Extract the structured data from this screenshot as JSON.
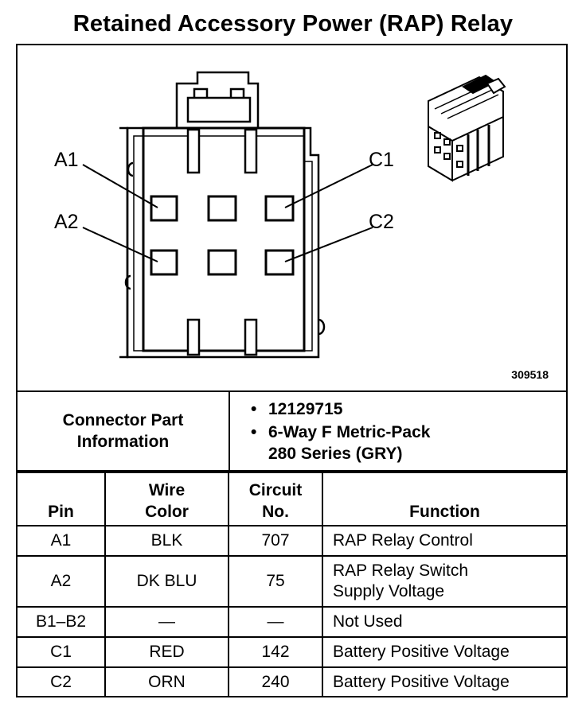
{
  "title": "Retained Accessory Power (RAP) Relay",
  "diagram": {
    "pin_labels": {
      "a1": "A1",
      "a2": "A2",
      "c1": "C1",
      "c2": "C2"
    },
    "figure_number": "309518"
  },
  "connector_info": {
    "label": "Connector Part\nInformation",
    "items": [
      "12129715",
      "6-Way F Metric-Pack\n280 Series (GRY)"
    ]
  },
  "table": {
    "headers": {
      "pin": "Pin",
      "wire_color": "Wire\nColor",
      "circuit": "Circuit\nNo.",
      "function": "Function"
    },
    "rows": [
      {
        "pin": "A1",
        "wire_color": "BLK",
        "circuit": "707",
        "function": "RAP Relay Control"
      },
      {
        "pin": "A2",
        "wire_color": "DK BLU",
        "circuit": "75",
        "function": "RAP Relay Switch\nSupply Voltage"
      },
      {
        "pin": "B1–B2",
        "wire_color": "—",
        "circuit": "—",
        "function": "Not Used"
      },
      {
        "pin": "C1",
        "wire_color": "RED",
        "circuit": "142",
        "function": "Battery Positive Voltage"
      },
      {
        "pin": "C2",
        "wire_color": "ORN",
        "circuit": "240",
        "function": "Battery Positive Voltage"
      }
    ]
  }
}
